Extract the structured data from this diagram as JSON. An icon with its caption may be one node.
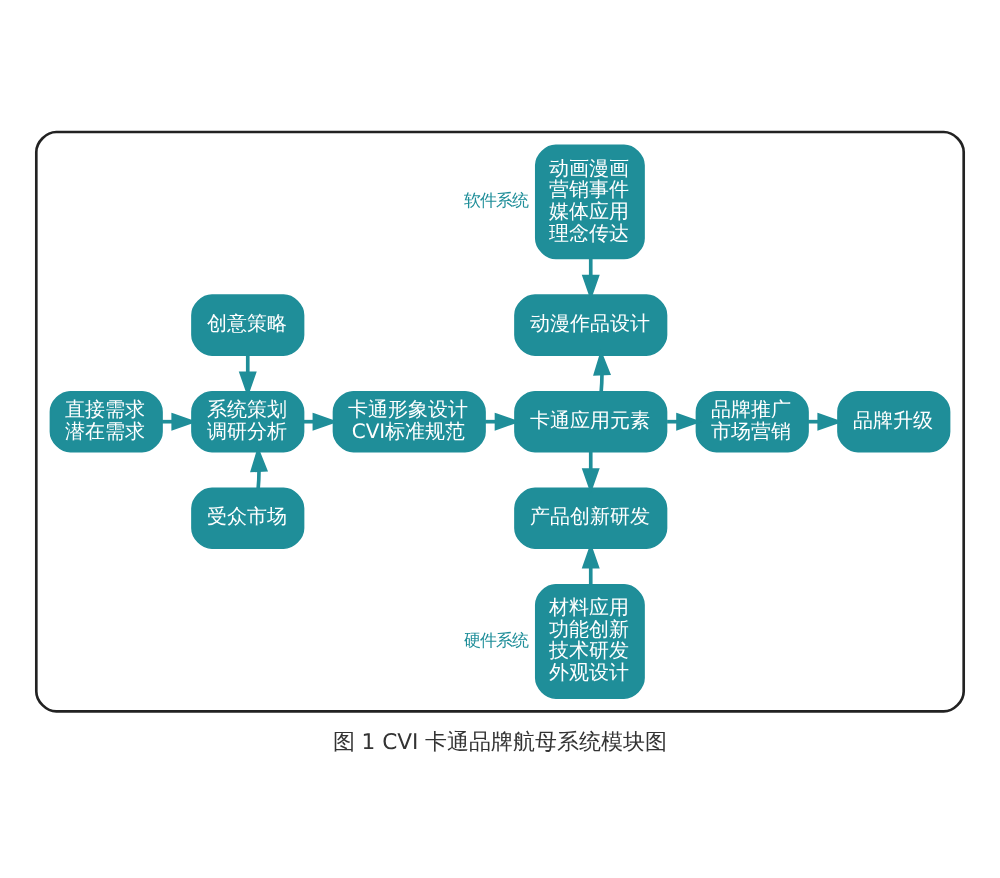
{
  "diagram": {
    "caption": "图 1 CVI 卡通品牌航母系统模块图",
    "nodes": [
      {
        "text": [],
        "shape": "airplane"
      },
      {
        "text": [
          "直接需求",
          "潜在需求"
        ],
        "in": 0
      },
      {
        "text": [
          "创意策略"
        ],
        "in": 0
      },
      {
        "text": [
          "系统策划",
          "调研分析"
        ],
        "in": 0
      },
      {
        "text": [
          "受众市场"
        ],
        "in": 0
      },
      {
        "text": [
          "卡通形象设计",
          "CVI标准规范"
        ],
        "in": 0
      },
      {
        "text": [
          "动画漫画",
          "营销事件",
          "媒体应用",
          "理念传达"
        ],
        "beside": [
          "软件系统"
        ],
        "in": 0
      },
      {
        "text": [
          "动漫作品设计"
        ],
        "in": 0
      },
      {
        "text": [
          "卡通应用元素"
        ],
        "in": 0
      },
      {
        "text": [
          "产品创新研发"
        ],
        "in": 0
      },
      {
        "text": [
          "材料应用",
          "功能创新",
          "技术研发",
          "外观设计"
        ],
        "beside": [
          "硬件系统"
        ],
        "in": 0
      },
      {
        "text": [
          "品牌推广",
          "市场营销"
        ],
        "in": 0
      },
      {
        "text": [
          "品牌升级"
        ],
        "in": 0
      }
    ],
    "edges": [
      {
        "from": 1,
        "to": 3,
        "arrow": "to"
      },
      {
        "from": 2,
        "to": 3,
        "arrow": "to"
      },
      {
        "from": 4,
        "to": 3,
        "arrow": "to"
      },
      {
        "from": 3,
        "to": 5,
        "arrow": "to"
      },
      {
        "from": 5,
        "to": 8,
        "arrow": "to"
      },
      {
        "from": 6,
        "to": 7,
        "arrow": "to"
      },
      {
        "from": 8,
        "to": 7,
        "arrow": "to"
      },
      {
        "from": 8,
        "to": 9,
        "arrow": "to"
      },
      {
        "from": 10,
        "to": 9,
        "arrow": "to"
      },
      {
        "from": 8,
        "to": 11,
        "arrow": "to"
      },
      {
        "from": 11,
        "to": 12,
        "arrow": "to"
      }
    ]
  }
}
